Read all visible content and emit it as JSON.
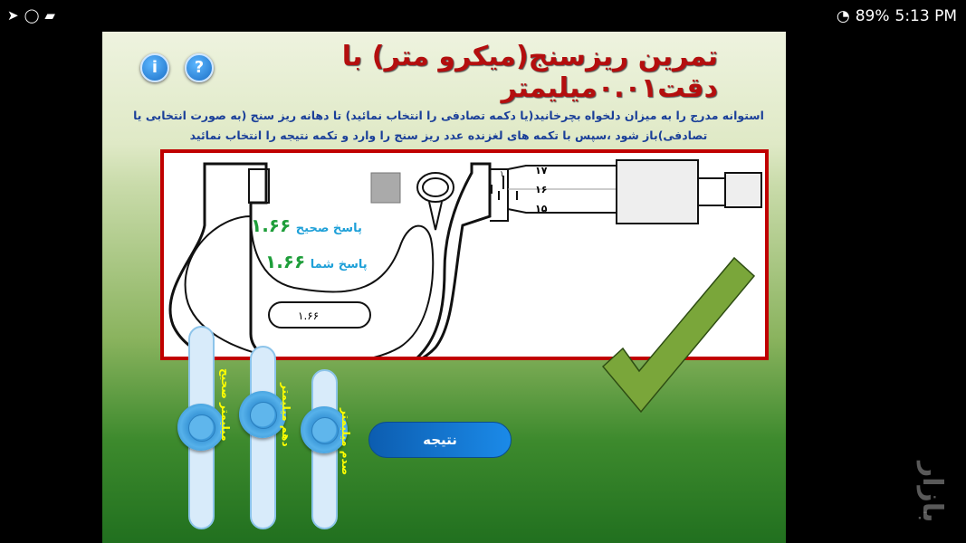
{
  "status_bar": {
    "left_icons": [
      "telegram-icon",
      "whatsapp-icon",
      "message-icon"
    ],
    "battery": "89%",
    "time": "5:13 PM"
  },
  "app": {
    "title": "تمرین ریزسنج(میکرو متر) با دقت۰.۰۱میلیمتر",
    "info_button": "i",
    "help_button": "?",
    "instructions": "استوانه مدرج را به میزان دلخواه بچرخانید(یا دکمه تصادفی را انتخاب نمائید) تا دهانه ریز سنج (به صورت انتخابی یا تصادفی)باز شود ،سپس با تکمه های لغزنده عدد ریز سنج را وارد و تکمه نتیجه را انتخاب نمائید",
    "correct_answer_label": "پاسخ صحیح",
    "correct_answer_value": "۱.۶۶",
    "your_answer_label": "پاسخ شما",
    "your_answer_value": "۱.۶۶",
    "frame_reading": "۱.۶۶",
    "thimble_scale": [
      "۱۷",
      "۱۶",
      "۱۵"
    ],
    "sleeve_mark": "۱",
    "sliders": [
      {
        "label": "میلیمتر صحیح"
      },
      {
        "label": "دهم میلیمتر"
      },
      {
        "label": "صدم میلیمتر"
      }
    ],
    "result_button": "نتیجه",
    "result_icon": "checkmark-icon",
    "colors": {
      "title": "#b40e0e",
      "answer_value": "#1e9e3a",
      "answer_label": "#1ea0d8",
      "border": "#c00000"
    }
  },
  "watermark": "بازار"
}
